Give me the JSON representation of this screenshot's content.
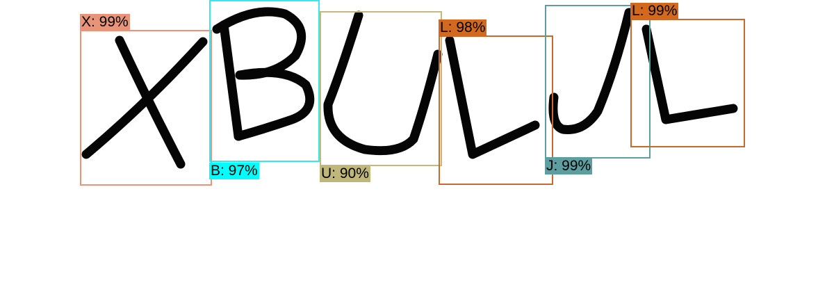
{
  "detections": [
    {
      "letter": "X",
      "label": "X: 99%",
      "color": "#e99478",
      "tag_color": "#e99478"
    },
    {
      "letter": "B",
      "label": "B: 97%",
      "color": "#33e8ee",
      "tag_color": "#00ffff"
    },
    {
      "letter": "U",
      "label": "U: 90%",
      "color": "#c5b87a",
      "tag_color": "#bfb67a"
    },
    {
      "letter": "L",
      "label": "L: 98%",
      "color": "#c66a2d",
      "tag_color": "#d2691e"
    },
    {
      "letter": "J",
      "label": "J: 99%",
      "color": "#5f9ea0",
      "tag_color": "#5f9ea0"
    },
    {
      "letter": "L",
      "label": "L: 99%",
      "color": "#c66a2d",
      "tag_color": "#d2691e"
    }
  ]
}
